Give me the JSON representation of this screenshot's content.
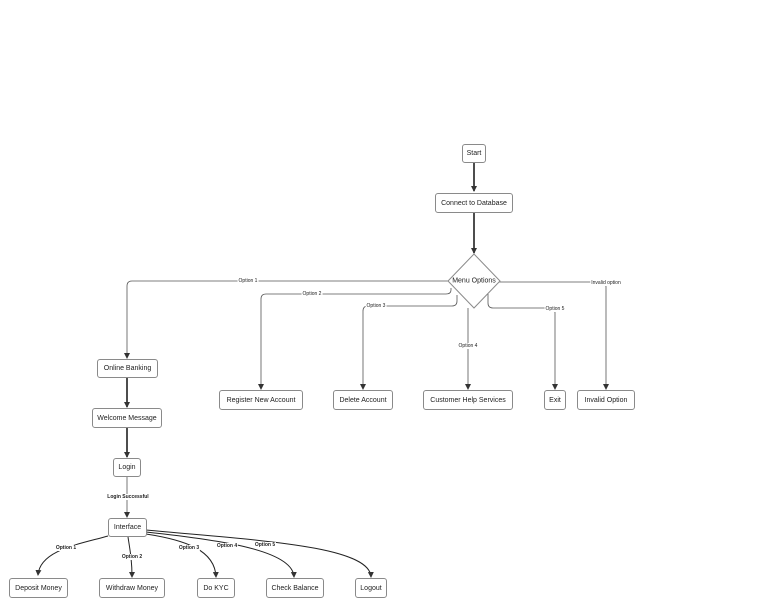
{
  "nodes": {
    "start": "Start",
    "connect": "Connect to Database",
    "menu": "Menu Options",
    "online_banking": "Online Banking",
    "register": "Register New Account",
    "delete": "Delete Account",
    "help": "Customer Help Services",
    "exit": "Exit",
    "invalid": "Invalid Option",
    "welcome": "Welcome Message",
    "login": "Login",
    "interface": "Interface",
    "deposit": "Deposit Money",
    "withdraw": "Withdraw Money",
    "kyc": "Do KYC",
    "balance": "Check Balance",
    "logout": "Logout"
  },
  "edges": {
    "menu_opt1": "Option 1",
    "menu_opt2": "Option 2",
    "menu_opt3": "Option 3",
    "menu_opt4": "Option 4",
    "menu_opt5": "Option 5",
    "menu_invalid": "Invalid option",
    "login_success": "Login Successful",
    "if_opt1": "Option 1",
    "if_opt2": "Option 2",
    "if_opt3": "Option 3",
    "if_opt4": "Option 4",
    "if_opt5": "Option 5"
  }
}
